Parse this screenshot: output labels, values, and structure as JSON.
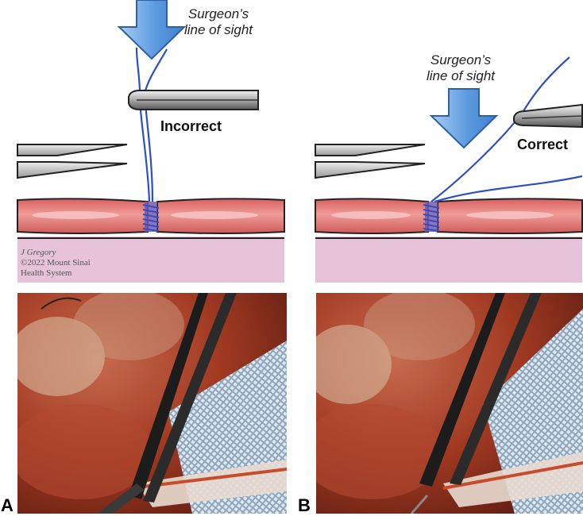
{
  "panel_a": {
    "letter": "A",
    "sight_line_1": "Surgeon’s",
    "sight_line_2": "line of sight",
    "verdict": "Incorrect",
    "credit": {
      "author": "J Gregory",
      "copyright": "©2022 Mount Sinai",
      "org": "Health System"
    }
  },
  "panel_b": {
    "letter": "B",
    "sight_line_1": "Surgeon’s",
    "sight_line_2": "line of sight",
    "verdict": "Correct"
  },
  "colors": {
    "arrow_blue": "#4f8fd6",
    "suture_blue": "#2a4fc9",
    "vessel_red": "#e07a77",
    "tissue_pink": "#e6c3d9",
    "instrument_gray": "#b8b8b8"
  },
  "icons": [
    "down-arrow-icon",
    "forceps-icon",
    "scissors-icon",
    "suture-icon",
    "blood-vessel-icon"
  ]
}
